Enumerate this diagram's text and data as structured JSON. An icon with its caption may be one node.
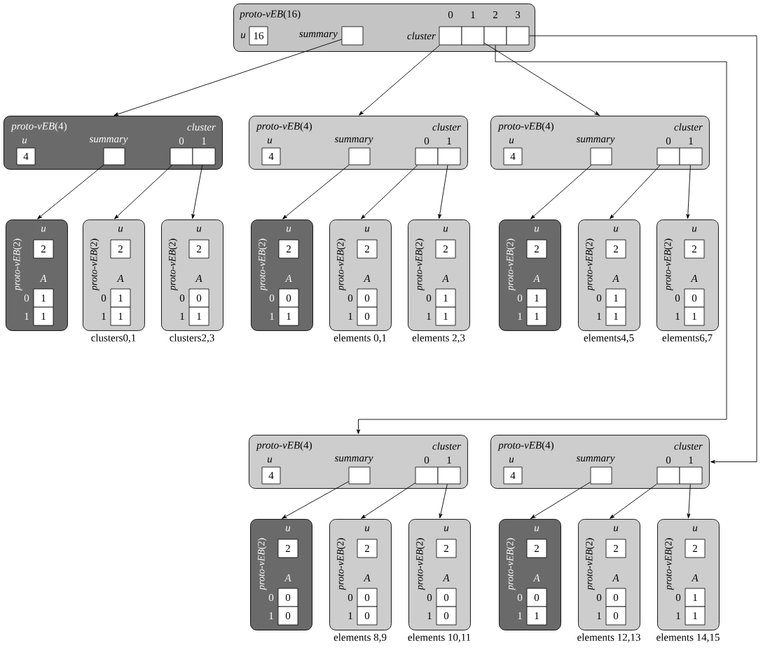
{
  "diagram": {
    "nodes": [
      {
        "text": [
          "*proto-vEB*(16)",
          "u",
          "summary",
          "cluster",
          "0",
          "1",
          "2",
          "3"
        ]
      },
      {
        "text": [
          "16"
        ],
        "in": 0
      },
      {
        "text": [],
        "shape": "box",
        "in": 0
      },
      {
        "text": [],
        "shape": "box",
        "in": 0
      },
      {
        "text": [],
        "shape": "box",
        "in": 0
      },
      {
        "text": [],
        "shape": "box",
        "in": 0
      },
      {
        "text": [],
        "shape": "box",
        "in": 0
      },
      {
        "text": [
          "*proto-vEB*(4)",
          "u",
          "summary",
          "cluster",
          "0",
          "1"
        ]
      },
      {
        "text": [
          "4"
        ],
        "in": 7
      },
      {
        "text": [],
        "shape": "box",
        "in": 7
      },
      {
        "text": [],
        "shape": "box",
        "in": 7
      },
      {
        "text": [],
        "shape": "box",
        "in": 7
      },
      {
        "text": [
          "*proto-vEB*(4)",
          "u",
          "summary",
          "cluster",
          "0",
          "1"
        ]
      },
      {
        "text": [
          "4"
        ],
        "in": 12
      },
      {
        "text": [],
        "shape": "box",
        "in": 12
      },
      {
        "text": [],
        "shape": "box",
        "in": 12
      },
      {
        "text": [],
        "shape": "box",
        "in": 12
      },
      {
        "text": [
          "*proto-vEB*(4)",
          "u",
          "summary",
          "cluster",
          "0",
          "1"
        ]
      },
      {
        "text": [
          "4"
        ],
        "in": 17
      },
      {
        "text": [],
        "shape": "box",
        "in": 17
      },
      {
        "text": [],
        "shape": "box",
        "in": 17
      },
      {
        "text": [],
        "shape": "box",
        "in": 17
      },
      {
        "text": [
          "*proto-vEB*(2)",
          "u",
          "A",
          "0",
          "1"
        ]
      },
      {
        "text": [
          "2"
        ],
        "in": 22
      },
      {
        "text": [
          "1"
        ],
        "in": 22
      },
      {
        "text": [
          "1"
        ],
        "in": 22
      },
      {
        "text": [
          "*proto-vEB*(2)",
          "u",
          "A",
          "0",
          "1"
        ],
        "beside": [
          "clusters0,1"
        ]
      },
      {
        "text": [
          "2"
        ],
        "in": 26
      },
      {
        "text": [
          "1"
        ],
        "in": 26
      },
      {
        "text": [
          "1"
        ],
        "in": 26
      },
      {
        "text": [
          "*proto-vEB*(2)",
          "u",
          "A",
          "0",
          "1"
        ],
        "beside": [
          "clusters2,3"
        ]
      },
      {
        "text": [
          "2"
        ],
        "in": 30
      },
      {
        "text": [
          "0"
        ],
        "in": 30
      },
      {
        "text": [
          "1"
        ],
        "in": 30
      },
      {
        "text": [
          "*proto-vEB*(2)",
          "u",
          "A",
          "0",
          "1"
        ]
      },
      {
        "text": [
          "2"
        ],
        "in": 34
      },
      {
        "text": [
          "0"
        ],
        "in": 34
      },
      {
        "text": [
          "1"
        ],
        "in": 34
      },
      {
        "text": [
          "*proto-vEB*(2)",
          "u",
          "A",
          "0",
          "1"
        ],
        "beside": [
          "elements 0,1"
        ]
      },
      {
        "text": [
          "2"
        ],
        "in": 38
      },
      {
        "text": [
          "0"
        ],
        "in": 38
      },
      {
        "text": [
          "0"
        ],
        "in": 38
      },
      {
        "text": [
          "*proto-vEB*(2)",
          "u",
          "A",
          "0",
          "1"
        ],
        "beside": [
          "elements 2,3"
        ]
      },
      {
        "text": [
          "2"
        ],
        "in": 42
      },
      {
        "text": [
          "1"
        ],
        "in": 42
      },
      {
        "text": [
          "1"
        ],
        "in": 42
      },
      {
        "text": [
          "*proto-vEB*(2)",
          "u",
          "A",
          "0",
          "1"
        ]
      },
      {
        "text": [
          "2"
        ],
        "in": 46
      },
      {
        "text": [
          "1"
        ],
        "in": 46
      },
      {
        "text": [
          "1"
        ],
        "in": 46
      },
      {
        "text": [
          "*proto-vEB*(2)",
          "u",
          "A",
          "0",
          "1"
        ],
        "beside": [
          "elements4,5"
        ]
      },
      {
        "text": [
          "2"
        ],
        "in": 50
      },
      {
        "text": [
          "1"
        ],
        "in": 50
      },
      {
        "text": [
          "1"
        ],
        "in": 50
      },
      {
        "text": [
          "*proto-vEB*(2)",
          "u",
          "A",
          "0",
          "1"
        ],
        "beside": [
          "elements6,7"
        ]
      },
      {
        "text": [
          "2"
        ],
        "in": 54
      },
      {
        "text": [
          "0"
        ],
        "in": 54
      },
      {
        "text": [
          "1"
        ],
        "in": 54
      },
      {
        "text": [
          "*proto-vEB*(4)",
          "u",
          "summary",
          "cluster",
          "0",
          "1"
        ]
      },
      {
        "text": [
          "4"
        ],
        "in": 58
      },
      {
        "text": [],
        "shape": "box",
        "in": 58
      },
      {
        "text": [],
        "shape": "box",
        "in": 58
      },
      {
        "text": [],
        "shape": "box",
        "in": 58
      },
      {
        "text": [
          "*proto-vEB*(4)",
          "u",
          "summary",
          "cluster",
          "0",
          "1"
        ]
      },
      {
        "text": [
          "4"
        ],
        "in": 63
      },
      {
        "text": [],
        "shape": "box",
        "in": 63
      },
      {
        "text": [],
        "shape": "box",
        "in": 63
      },
      {
        "text": [],
        "shape": "box",
        "in": 63
      },
      {
        "text": [
          "*proto-vEB*(2)",
          "u",
          "A",
          "0",
          "1"
        ]
      },
      {
        "text": [
          "2"
        ],
        "in": 68
      },
      {
        "text": [
          "0"
        ],
        "in": 68
      },
      {
        "text": [
          "0"
        ],
        "in": 68
      },
      {
        "text": [
          "*proto-vEB*(2)",
          "u",
          "A",
          "0",
          "1"
        ],
        "beside": [
          "elements 8,9"
        ]
      },
      {
        "text": [
          "2"
        ],
        "in": 72
      },
      {
        "text": [
          "0"
        ],
        "in": 72
      },
      {
        "text": [
          "0"
        ],
        "in": 72
      },
      {
        "text": [
          "*proto-vEB*(2)",
          "u",
          "A",
          "0",
          "1"
        ],
        "beside": [
          "elements 10,11"
        ]
      },
      {
        "text": [
          "2"
        ],
        "in": 76
      },
      {
        "text": [
          "0"
        ],
        "in": 76
      },
      {
        "text": [
          "0"
        ],
        "in": 76
      },
      {
        "text": [
          "*proto-vEB*(2)",
          "u",
          "A",
          "0",
          "1"
        ]
      },
      {
        "text": [
          "2"
        ],
        "in": 80
      },
      {
        "text": [
          "0"
        ],
        "in": 80
      },
      {
        "text": [
          "1"
        ],
        "in": 80
      },
      {
        "text": [
          "*proto-vEB*(2)",
          "u",
          "A",
          "0",
          "1"
        ],
        "beside": [
          "elements 12,13"
        ]
      },
      {
        "text": [
          "2"
        ],
        "in": 84
      },
      {
        "text": [
          "0"
        ],
        "in": 84
      },
      {
        "text": [
          "0"
        ],
        "in": 84
      },
      {
        "text": [
          "*proto-vEB*(2)",
          "u",
          "A",
          "0",
          "1"
        ],
        "beside": [
          "elements 14,15"
        ]
      },
      {
        "text": [
          "2"
        ],
        "in": 88
      },
      {
        "text": [
          "1"
        ],
        "in": 88
      },
      {
        "text": [
          "1"
        ],
        "in": 88
      }
    ],
    "edges": [
      {
        "from": 2,
        "to": 7,
        "arrow": "to"
      },
      {
        "from": 3,
        "to": 12,
        "arrow": "to"
      },
      {
        "from": 4,
        "to": 17,
        "arrow": "to"
      },
      {
        "from": 5,
        "to": 58,
        "arrow": "to"
      },
      {
        "from": 6,
        "to": 63,
        "arrow": "to"
      },
      {
        "from": 9,
        "to": 22,
        "arrow": "to"
      },
      {
        "from": 10,
        "to": 26,
        "arrow": "to"
      },
      {
        "from": 11,
        "to": 30,
        "arrow": "to"
      },
      {
        "from": 14,
        "to": 34,
        "arrow": "to"
      },
      {
        "from": 15,
        "to": 38,
        "arrow": "to"
      },
      {
        "from": 16,
        "to": 42,
        "arrow": "to"
      },
      {
        "from": 19,
        "to": 46,
        "arrow": "to"
      },
      {
        "from": 20,
        "to": 50,
        "arrow": "to"
      },
      {
        "from": 21,
        "to": 54,
        "arrow": "to"
      },
      {
        "from": 60,
        "to": 68,
        "arrow": "to"
      },
      {
        "from": 61,
        "to": 72,
        "arrow": "to"
      },
      {
        "from": 62,
        "to": 76,
        "arrow": "to"
      },
      {
        "from": 65,
        "to": 80,
        "arrow": "to"
      },
      {
        "from": 66,
        "to": 84,
        "arrow": "to"
      },
      {
        "from": 67,
        "to": 88,
        "arrow": "to"
      }
    ]
  }
}
